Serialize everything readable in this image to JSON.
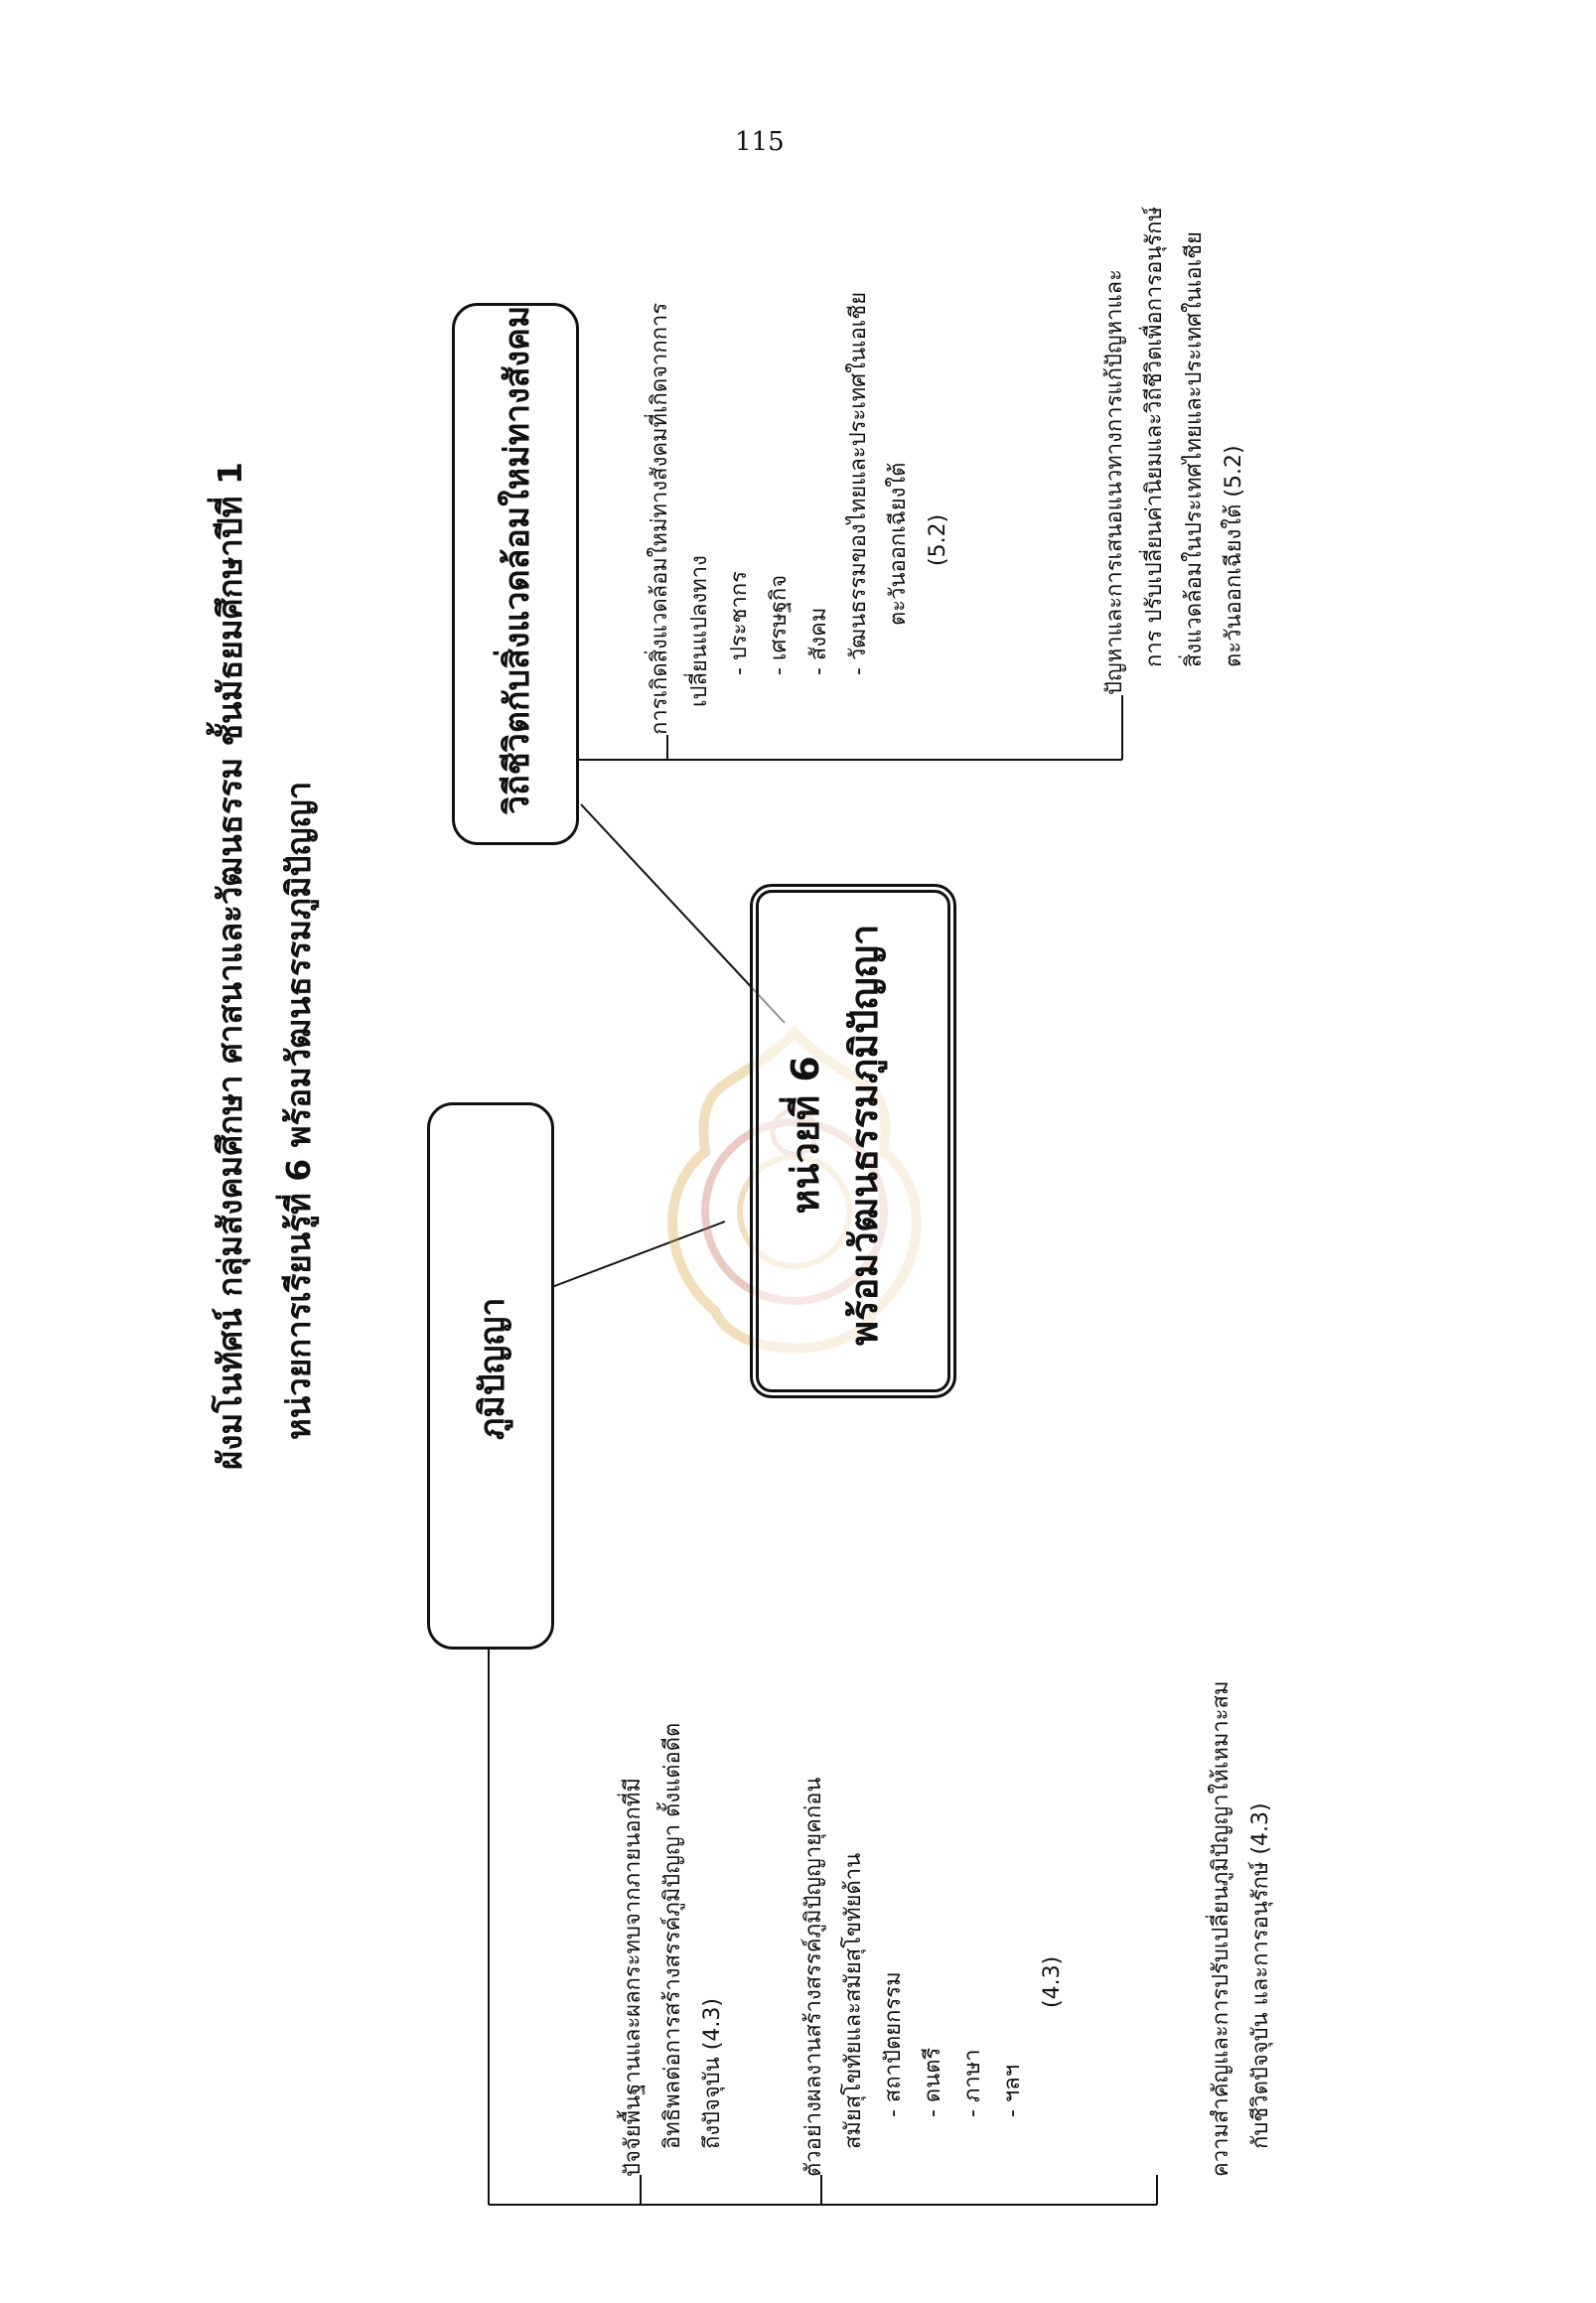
{
  "page_number": "115",
  "title": {
    "line1": "ผังมโนทัศน์ กลุ่มสังคมศึกษา ศาสนาและวัฒนธรรม ชั้นมัธยมศึกษาปีที่ 1",
    "line2": "หน่วยการเรียนรู้ที่ 6  พร้อมวัฒนธรรมภูมิปัญญา"
  },
  "center": {
    "line1": "หน่วยที่ 6",
    "line2": "พร้อมวัฒนธรรมภูมิปัญญา"
  },
  "node_left": {
    "label": "ภูมิปัญญา",
    "branches": [
      {
        "lines": [
          "ปัจจัยพื้นฐานและผลกระทบจากภายนอกที่มี",
          "อิทธิพลต่อการสร้างสรรค์ภูมิปัญญา ตั้งแต่อดีต",
          "ถึงปัจจุบัน (4.3)"
        ]
      },
      {
        "lines": [
          "ตัวอย่างผลงานสร้างสรรค์ภูมิปัญญายุคก่อน",
          "สมัยสุโขทัยและสมัยสุโขทัยด้าน"
        ],
        "bullets": [
          "-   สถาปัตยกรรม",
          "-   ดนตรี",
          "-   ภาษา",
          "-   ฯลฯ"
        ],
        "code": "(4.3)"
      },
      {
        "lines": [
          "ความสำคัญและการปรับเปลี่ยนภูมิปัญญาให้เหมาะสม",
          "กับชีวิตปัจจุบัน และการอนุรักษ์ (4.3)"
        ]
      }
    ]
  },
  "node_right": {
    "label": "วิถีชีวิตกับสิ่งแวดล้อมใหม่ทางสังคม",
    "branches": [
      {
        "lines": [
          "การเกิดสิ่งแวดล้อมใหม่ทางสังคมที่เกิดจากการ",
          "เปลี่ยนแปลงทาง"
        ],
        "bullets": [
          "-   ประชากร",
          "-   เศรษฐกิจ",
          "-   สังคม",
          "-   วัฒนธรรมของไทยและประเทศในเอเชีย"
        ],
        "continuation": "ตะวันออกเฉียงใต้",
        "code": "(5.2)"
      },
      {
        "lines": [
          "ปัญหาและการเสนอแนวทางการแก้ปัญหาและ",
          "การ ปรับเปลี่ยนค่านิยมและวิถีชีวิตเพื่อการอนุรักษ์",
          "สิ่งแวดล้อมในประเทศไทยและประเทศในเอเชีย",
          "ตะวันออกเฉียงใต้  (5.2)"
        ]
      }
    ]
  },
  "colors": {
    "ink": "#111111",
    "seal": "#d9a441"
  }
}
